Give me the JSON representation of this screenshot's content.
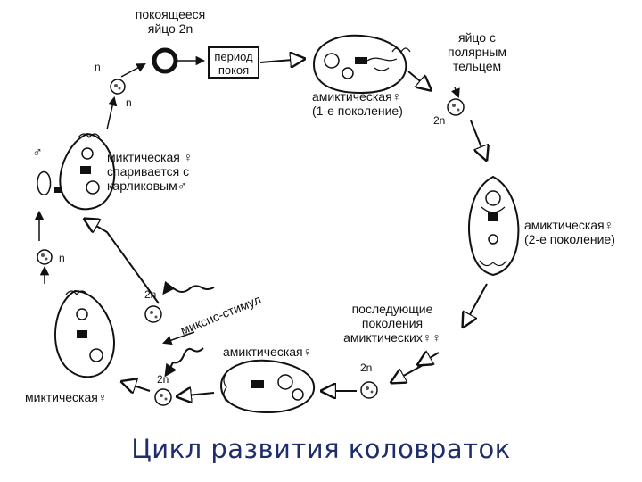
{
  "diagram": {
    "resting_egg_label": [
      "покоящееся",
      "яйцо 2n"
    ],
    "rest_period_label": [
      "период",
      "покоя"
    ],
    "amictic_gen1_label": [
      "амиктическая♀",
      "(1-е поколение)"
    ],
    "polar_egg_label": [
      "яйцо с",
      "полярным",
      "тельцем"
    ],
    "ploidy_2n": "2n",
    "ploidy_n": "n",
    "mictic_mating_label": [
      "миктическая ♀",
      "спаривается с",
      "карликовым♂"
    ],
    "male_symbol": "♂",
    "amictic_gen2_label": [
      "амиктическая♀",
      "(2-е поколение)"
    ],
    "subsequent_label": [
      "последующие",
      "поколения",
      "амиктических♀♀"
    ],
    "mixis_stimulus_label": "миксис-стимул",
    "amictic_label": "амиктическая♀",
    "mictic_label": "миктическая♀"
  },
  "caption": "Цикл развития коловраток"
}
